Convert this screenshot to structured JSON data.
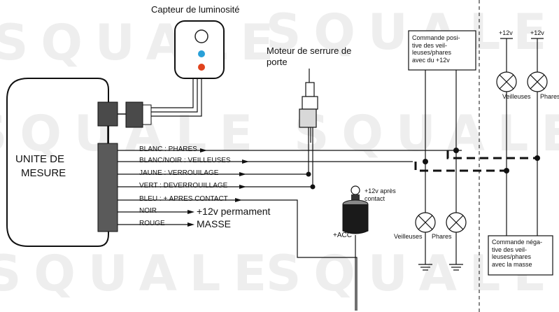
{
  "watermark": "SQUALE",
  "sensor": {
    "title": "Capteur de luminosité"
  },
  "motor": {
    "title_line1": "Moteur de serrure de",
    "title_line2": "porte"
  },
  "unit": {
    "line1": "UNITE DE",
    "line2": "MESURE"
  },
  "wires": {
    "blanc": "BLANC : PHARES",
    "blanc_noir": "BLANC/NOIR : VEILLEUSES",
    "jaune": "JAUNE : VERROUILAGE",
    "vert": "VERT : DEVERROUILLAGE",
    "bleu": "BLEU : + APRES CONTACT",
    "noir": "NOIR",
    "rouge": "ROUGE"
  },
  "noir_value": "+12v permament",
  "rouge_value": "MASSE",
  "ignition": {
    "plus12_line1": "+12v après",
    "plus12_line2": "contact",
    "acc": "+ACC"
  },
  "positive_box": {
    "l1": "Commande posi-",
    "l2": "tive des veil-",
    "l3": "leuses/phares",
    "l4": "avec du +12v"
  },
  "negative_box": {
    "l1": "Commande néga-",
    "l2": "tive des veil-",
    "l3": "leuses/phares",
    "l4": "avec la masse"
  },
  "supply": {
    "left": "+12v",
    "right": "+12v"
  },
  "lamps_top": {
    "left": "Veilleuses",
    "right": "Phares"
  },
  "lamps_bottom": {
    "left": "Veilleuses",
    "right": "Phares"
  }
}
